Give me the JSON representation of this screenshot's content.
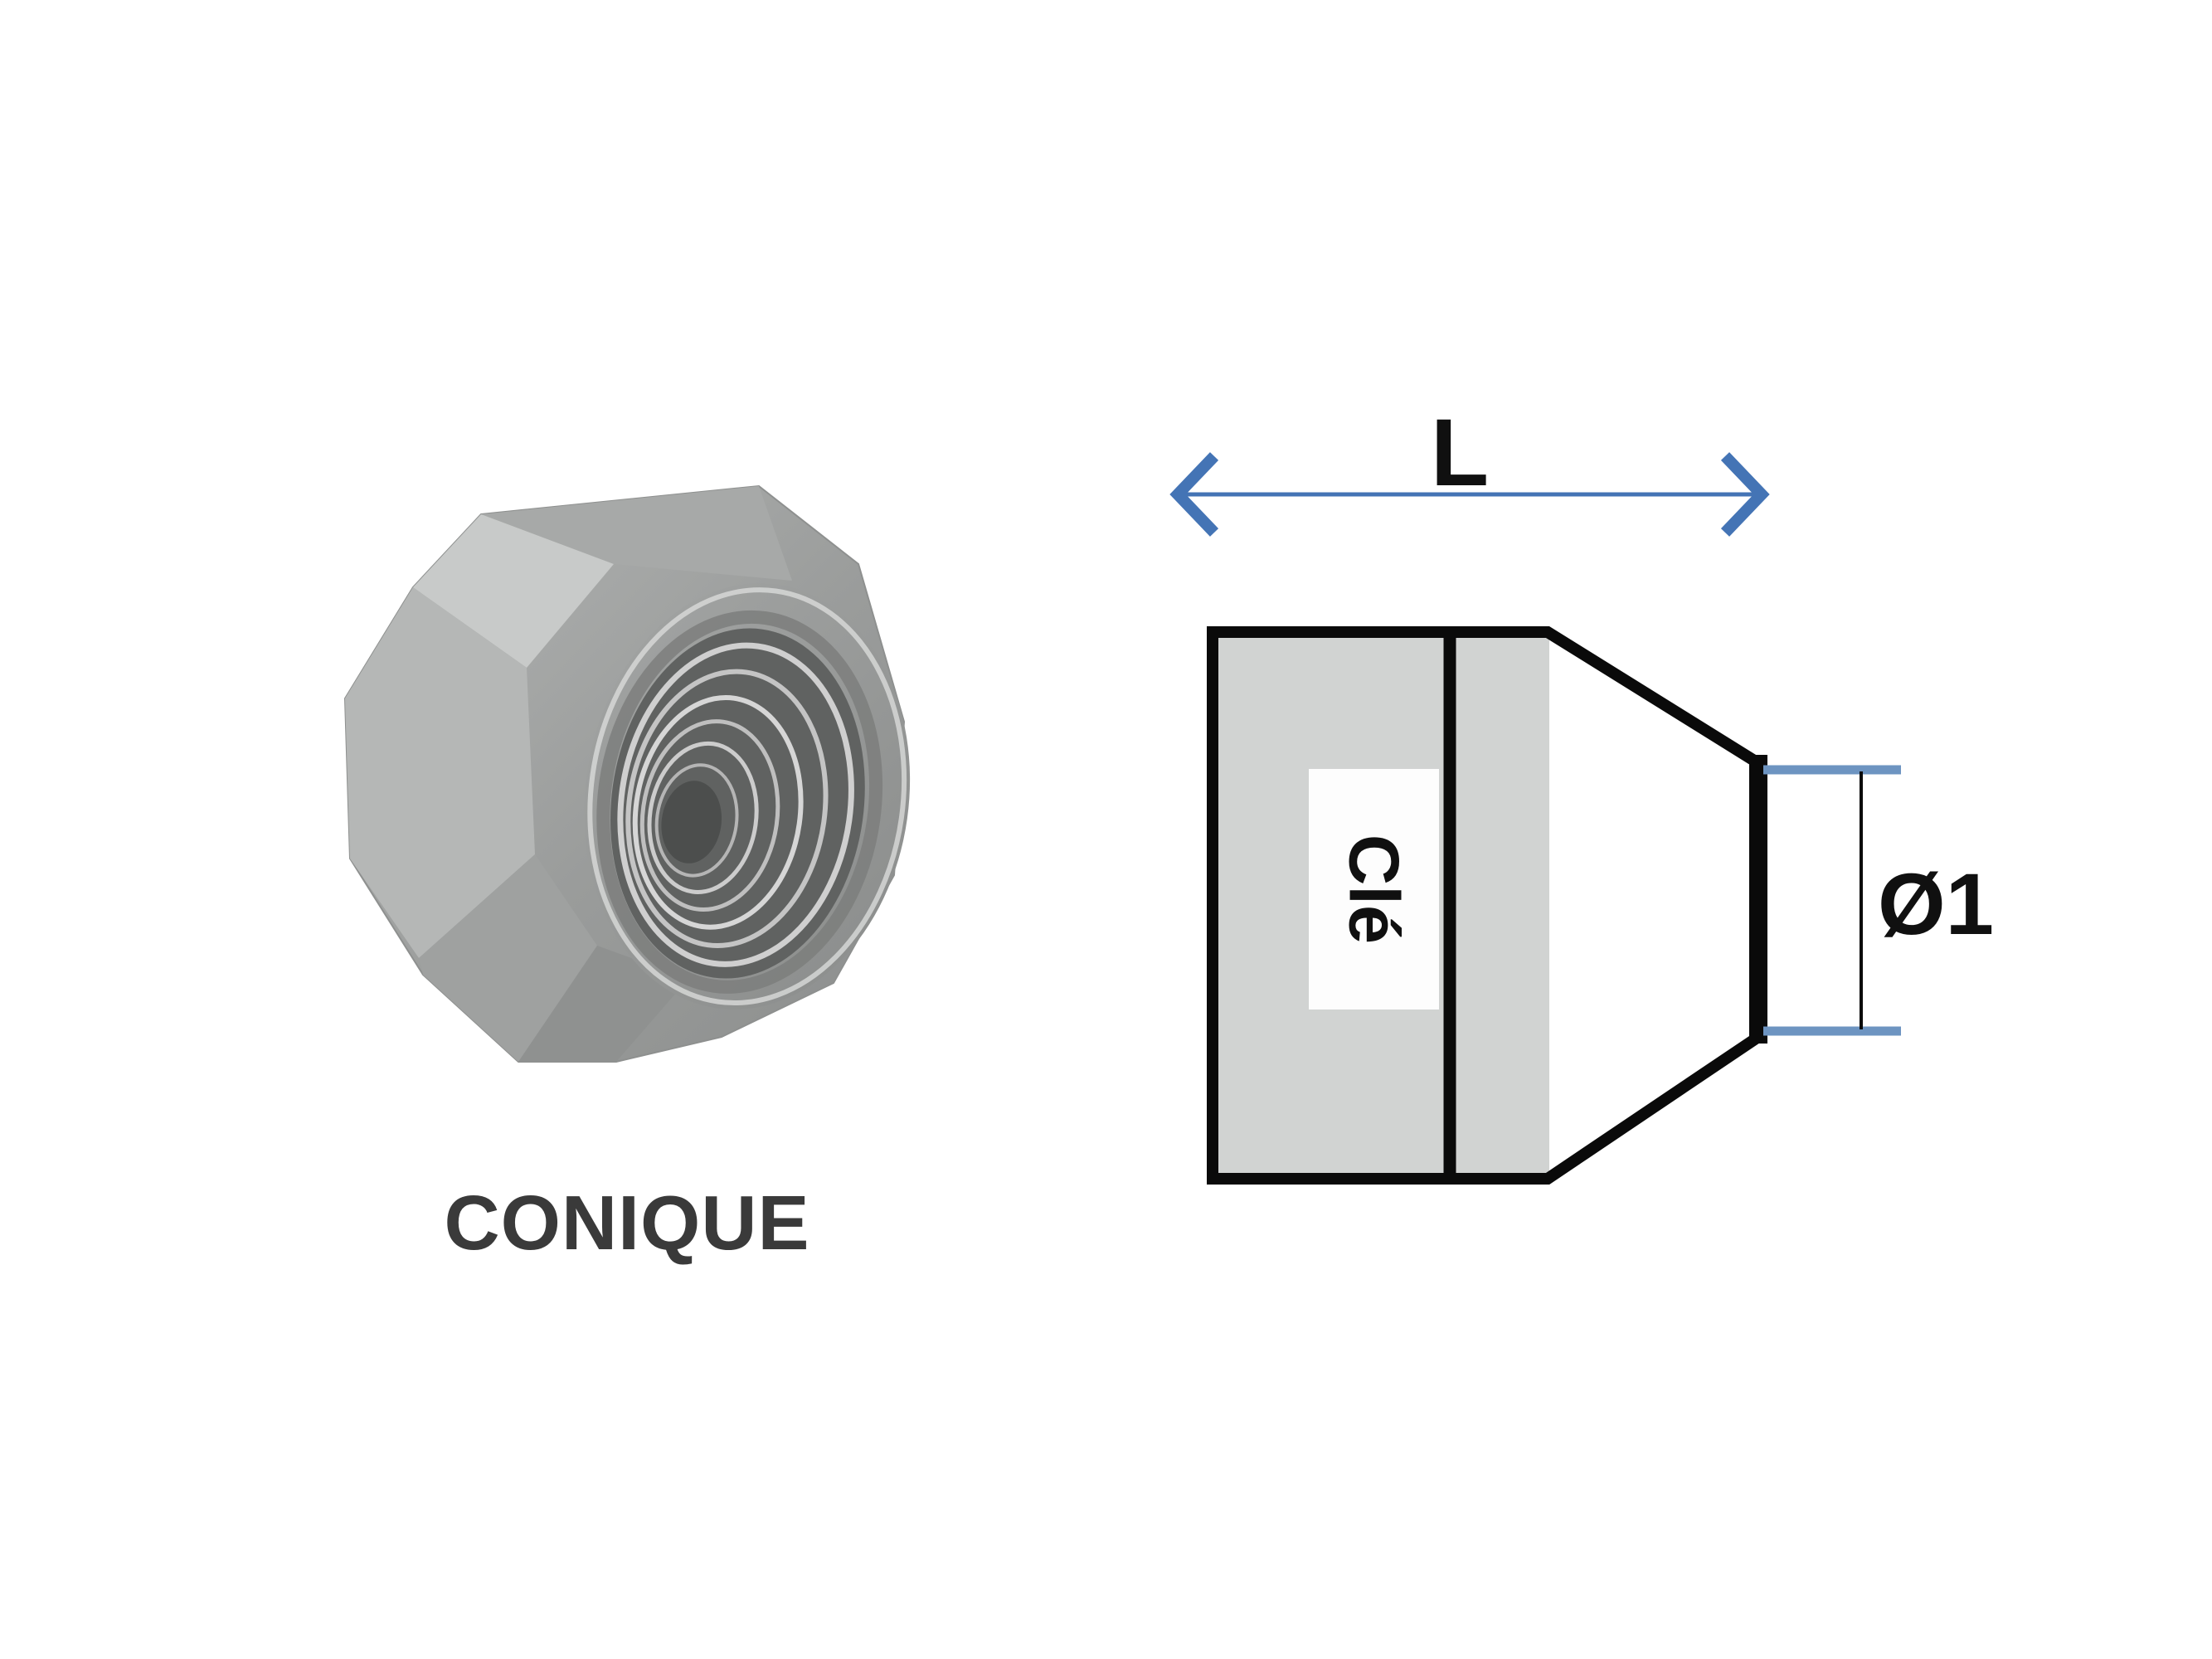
{
  "page": {
    "background_color": "#ffffff"
  },
  "left_panel": {
    "photo_alt": "conical wheel nut grayscale photo",
    "caption": "CONIQUE",
    "caption_color": "#3a3a3a"
  },
  "diagram": {
    "length_dimension": {
      "label": "L"
    },
    "wrench_flat": {
      "label": "Clé"
    },
    "tip_diameter": {
      "label": "Ø1"
    },
    "colors": {
      "outline_black": "#0a0a0a",
      "body_gray": "#d1d3d2",
      "label_box_white": "#fdfdfd",
      "cone_white": "#ffffff",
      "dimension_arrow_blue": "#4474b5",
      "diameter_tick_blue": "#6d94c1",
      "label_text": "#101010"
    }
  }
}
